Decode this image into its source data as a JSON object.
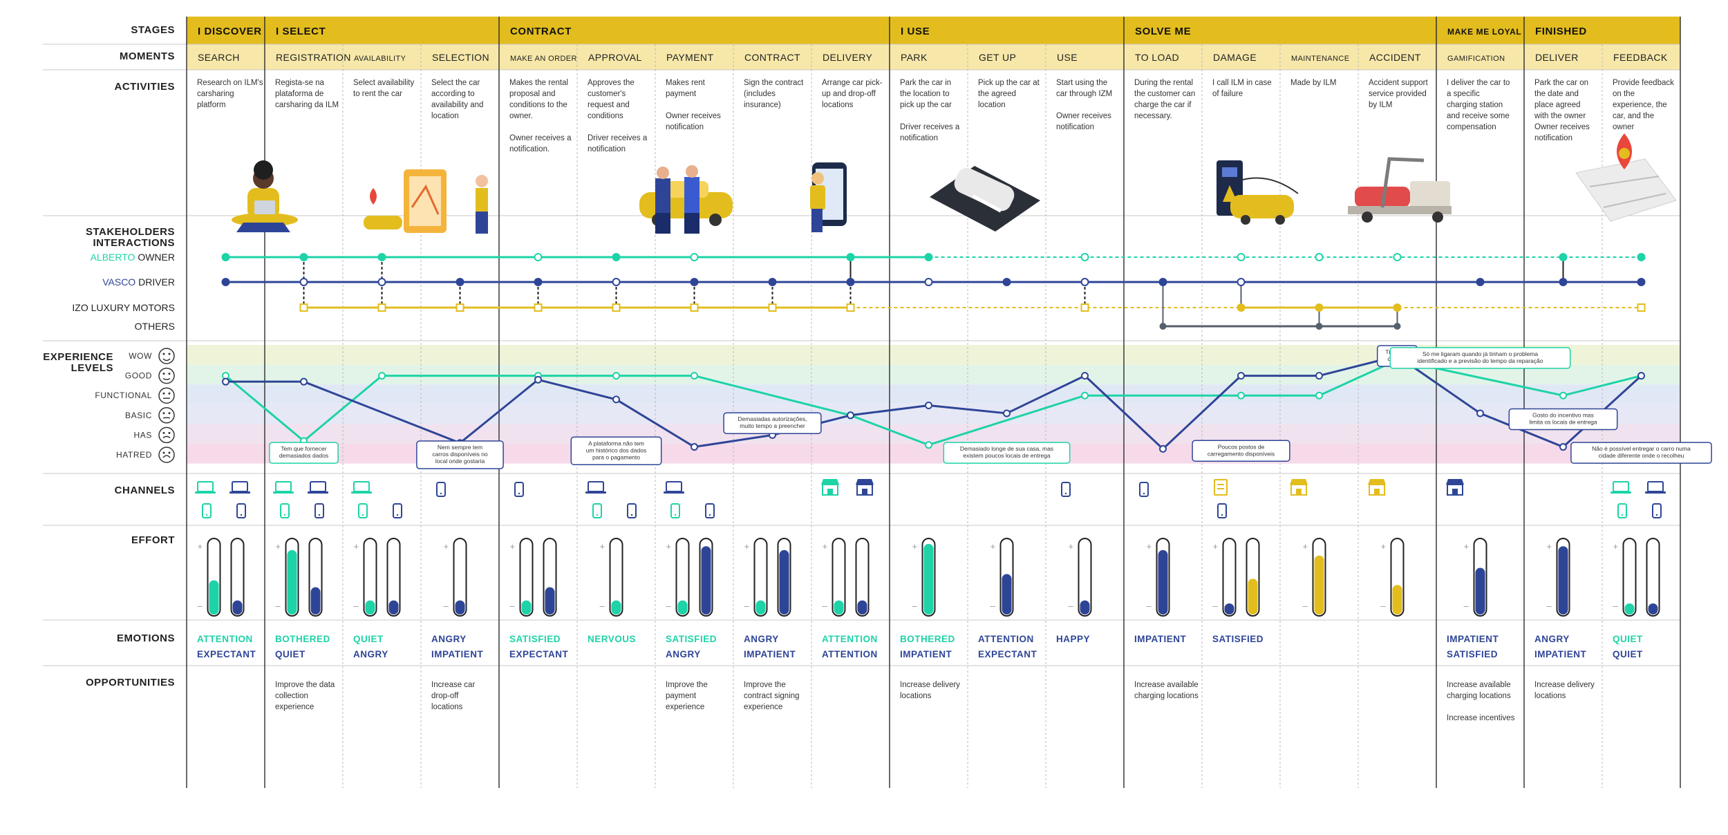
{
  "colors": {
    "yellow": "#E3BD1E",
    "light_yellow": "#F7E8A9",
    "teal": "#1DD3A7",
    "blue": "#2E4597",
    "gray": "#555F6D",
    "text": "#222222"
  },
  "row_labels": {
    "stages": "STAGES",
    "moments": "MOMENTS",
    "activities": "ACTIVITIES",
    "stakeholders": [
      "STAKEHOLDERS",
      "INTERACTIONS"
    ],
    "experience": [
      "EXPERIENCE",
      "LEVELS"
    ],
    "channels": "CHANNELS",
    "effort": "EFFORT",
    "emotions": "EMOTIONS",
    "opportunities": "OPPORTUNITIES"
  },
  "stages": [
    {
      "label": "I DISCOVER",
      "from": 0,
      "to": 0
    },
    {
      "label": "I SELECT",
      "from": 1,
      "to": 3
    },
    {
      "label": "CONTRACT",
      "from": 4,
      "to": 8
    },
    {
      "label": "I USE",
      "from": 9,
      "to": 11
    },
    {
      "label": "SOLVE ME",
      "from": 12,
      "to": 15
    },
    {
      "label": "MAKE ME LOYAL",
      "from": 16,
      "to": 16
    },
    {
      "label": "FINISHED",
      "from": 17,
      "to": 18
    }
  ],
  "moments": [
    {
      "label": "SEARCH",
      "small": false
    },
    {
      "label": "REGISTRATION",
      "small": false
    },
    {
      "label": "AVAILABILITY",
      "small": true
    },
    {
      "label": "SELECTION",
      "small": false
    },
    {
      "label": "MAKE AN ORDER",
      "small": true
    },
    {
      "label": "APPROVAL",
      "small": false
    },
    {
      "label": "PAYMENT",
      "small": false
    },
    {
      "label": "CONTRACT",
      "small": false
    },
    {
      "label": "DELIVERY",
      "small": false
    },
    {
      "label": "PARK",
      "small": false
    },
    {
      "label": "GET UP",
      "small": false
    },
    {
      "label": "USE",
      "small": false
    },
    {
      "label": "TO LOAD",
      "small": false
    },
    {
      "label": "DAMAGE",
      "small": false
    },
    {
      "label": "MAINTENANCE",
      "small": true
    },
    {
      "label": "ACCIDENT",
      "small": false
    },
    {
      "label": "GAMIFICATION",
      "small": true
    },
    {
      "label": "DELIVER",
      "small": false
    },
    {
      "label": "FEEDBACK",
      "small": false
    }
  ],
  "activities": [
    [
      "Research on ILM's",
      "carsharing",
      "platform"
    ],
    [
      "Regista-se na",
      "plataforma de",
      "carsharing da ILM"
    ],
    [
      "Select availability",
      "to rent the car"
    ],
    [
      "Select the car",
      "according to",
      "availability and",
      "location"
    ],
    [
      "Makes the rental",
      "proposal and",
      "conditions to the",
      "owner.",
      "",
      "Owner receives a",
      "notification."
    ],
    [
      "Approves the",
      "customer's",
      "request and",
      "conditions",
      "",
      "Driver receives a",
      "notification"
    ],
    [
      "Makes rent",
      "payment",
      "",
      "Owner receives",
      "notification"
    ],
    [
      "Sign the contract",
      "(includes",
      "insurance)"
    ],
    [
      "Arrange car pick-",
      "up and drop-off",
      "locations"
    ],
    [
      "Park the car in",
      "the location to",
      "pick up the car",
      "",
      "Driver receives a",
      "notification"
    ],
    [
      "Pick up the car at",
      "the agreed",
      "location"
    ],
    [
      "Start using the",
      "car through IZM",
      "",
      "Owner receives",
      "notification"
    ],
    [
      "During the rental",
      "the customer can",
      "charge the car if",
      "necessary."
    ],
    [
      "I call ILM in case",
      "of failure"
    ],
    [
      "Made by ILM"
    ],
    [
      "Accident support",
      "service provided",
      "by ILM"
    ],
    [
      "I deliver the car to",
      "a specific",
      "charging station",
      "and receive some",
      "compensation"
    ],
    [
      "Park the car on",
      "the date and",
      "place agreed",
      "with the owner",
      "Owner receives",
      "notification"
    ],
    [
      "Provide feedback",
      "on the",
      "experience, the",
      "car, and the",
      "owner"
    ]
  ],
  "illustrations": [
    "person-laptop-illustration",
    "map-phone-illustration",
    "handshake-car-illustration",
    "woman-phone-illustration",
    "car-share-illustration",
    "charging-station-illustration",
    "tow-truck-illustration",
    "location-map-illustration"
  ],
  "stakeholders": [
    {
      "name": "ALBERTO",
      "role": "OWNER",
      "color": "#1DD3A7"
    },
    {
      "name": "VASCO",
      "role": "DRIVER",
      "color": "#2E4597"
    },
    {
      "name": "",
      "role": "IZO LUXURY MOTORS",
      "color": "#E3BD1E"
    },
    {
      "name": "",
      "role": "OTHERS",
      "color": "#555F6D"
    }
  ],
  "levels": [
    "WOW",
    "GOOD",
    "FUNCTIONAL",
    "BASIC",
    "HAS",
    "HATRED"
  ],
  "experience": {
    "owner": [
      [
        0,
        1.0
      ],
      [
        1,
        4.3
      ],
      [
        2,
        1.0
      ],
      [
        4,
        1.0
      ],
      [
        5,
        1.0
      ],
      [
        6,
        1.0
      ],
      [
        8,
        3.0
      ],
      [
        9,
        4.5
      ],
      [
        11,
        2.0
      ],
      [
        13,
        2.0
      ],
      [
        14,
        2.0
      ],
      [
        15,
        0.2
      ],
      [
        17,
        2.0
      ],
      [
        18,
        1.0
      ]
    ],
    "driver": [
      [
        0,
        1.3
      ],
      [
        1,
        1.3
      ],
      [
        3,
        4.4
      ],
      [
        4,
        1.2
      ],
      [
        5,
        2.2
      ],
      [
        6,
        4.6
      ],
      [
        7,
        4.0
      ],
      [
        8,
        3.0
      ],
      [
        9,
        2.5
      ],
      [
        10,
        2.9
      ],
      [
        11,
        1.0
      ],
      [
        12,
        4.7
      ],
      [
        13,
        1.0
      ],
      [
        14,
        1.0
      ],
      [
        15,
        0.0
      ],
      [
        16,
        2.9
      ],
      [
        17,
        4.6
      ],
      [
        18,
        1.0
      ]
    ]
  },
  "notes": [
    {
      "col": 1,
      "level": 4.9,
      "color": "#1DD3A7",
      "lines": [
        "Tem que fornecer",
        "demasiados dados"
      ]
    },
    {
      "col": 3,
      "level": 5.0,
      "color": "#2E4597",
      "lines": [
        "Nem sempre tem",
        "carros disponíveis no",
        "local onde gostaria"
      ]
    },
    {
      "col": 5,
      "level": 4.8,
      "color": "#2E4597",
      "lines": [
        "A plataforma não tem",
        "um histórico dos dados",
        "para o pagamento"
      ]
    },
    {
      "col": 7,
      "level": 3.4,
      "color": "#2E4597",
      "lines": [
        "Demasiadas autorizações,",
        "muito tempo a preencher"
      ]
    },
    {
      "col": 10,
      "level": 4.9,
      "color": "#1DD3A7",
      "lines": [
        "Demasiado longe de sua casa, mas",
        "existem poucos locais de entrega"
      ]
    },
    {
      "col": 13,
      "level": 4.8,
      "color": "#2E4597",
      "lines": [
        "Poucos postos de",
        "carregamento disponíveis"
      ]
    },
    {
      "col": 15,
      "level": 0.0,
      "color": "#2E4597",
      "lines": [
        "Trataram",
        "do tudo"
      ]
    },
    {
      "col": 16,
      "level": 0.1,
      "color": "#1DD3A7",
      "lines": [
        "Só me ligaram quando já tinham o problema",
        "identificado e a previsão do tempo da reparação"
      ]
    },
    {
      "col": 17,
      "level": 3.2,
      "color": "#2E4597",
      "lines": [
        "Gosto do incentivo mas",
        "limita os locais de entrega"
      ]
    },
    {
      "col": 18,
      "level": 4.9,
      "color": "#2E4597",
      "lines": [
        "Não é possível entregar o carro numa",
        "cidade diferente onde o recolheu"
      ]
    }
  ],
  "channels": [
    [
      "laptop-teal",
      "laptop-blue",
      "phone-teal",
      "phone-blue"
    ],
    [
      "laptop-teal",
      "laptop-blue",
      "phone-teal",
      "phone-blue"
    ],
    [
      "laptop-teal",
      "phone-teal",
      "phone-blue"
    ],
    [
      "phone-blue"
    ],
    [
      "phone-blue"
    ],
    [
      "laptop-blue",
      "phone-teal",
      "phone-blue"
    ],
    [
      "laptop-blue",
      "phone-teal",
      "phone-blue"
    ],
    [],
    [
      "store-teal",
      "store-blue"
    ],
    [],
    [],
    [
      "phone-blue"
    ],
    [
      "phone-blue"
    ],
    [
      "phone-blue",
      "building-yellow"
    ],
    [
      "store-yellow"
    ],
    [
      "store-yellow"
    ],
    [
      "store-blue"
    ],
    [],
    [
      "laptop-teal",
      "laptop-blue",
      "phone-teal",
      "phone-blue"
    ]
  ],
  "effort": [
    [
      {
        "c": "teal",
        "v": 0.46
      },
      {
        "c": "blue",
        "v": 0.2
      }
    ],
    [
      {
        "c": "teal",
        "v": 0.85
      },
      {
        "c": "blue",
        "v": 0.37
      }
    ],
    [
      {
        "c": "teal",
        "v": 0.2
      },
      {
        "c": "blue",
        "v": 0.2
      }
    ],
    [
      {
        "c": "blue",
        "v": 0.2
      }
    ],
    [
      {
        "c": "teal",
        "v": 0.2
      },
      {
        "c": "blue",
        "v": 0.37
      }
    ],
    [
      {
        "c": "teal",
        "v": 0.2
      }
    ],
    [
      {
        "c": "teal",
        "v": 0.2
      },
      {
        "c": "blue",
        "v": 0.9
      }
    ],
    [
      {
        "c": "teal",
        "v": 0.2
      },
      {
        "c": "blue",
        "v": 0.85
      }
    ],
    [
      {
        "c": "teal",
        "v": 0.2
      },
      {
        "c": "blue",
        "v": 0.2
      }
    ],
    [
      {
        "c": "teal",
        "v": 0.93
      }
    ],
    [
      {
        "c": "blue",
        "v": 0.54
      }
    ],
    [
      {
        "c": "blue",
        "v": 0.2
      }
    ],
    [
      {
        "c": "blue",
        "v": 0.85
      }
    ],
    [
      {
        "c": "blue",
        "v": 0.13
      },
      {
        "c": "yellow",
        "v": 0.48
      }
    ],
    [
      {
        "c": "yellow",
        "v": 0.78
      }
    ],
    [
      {
        "c": "yellow",
        "v": 0.4
      }
    ],
    [
      {
        "c": "blue",
        "v": 0.62
      }
    ],
    [
      {
        "c": "blue",
        "v": 0.9
      }
    ],
    [
      {
        "c": "teal",
        "v": 0.13
      },
      {
        "c": "blue",
        "v": 0.13
      }
    ]
  ],
  "emotions": [
    {
      "owner": "ATTENTION",
      "driver": "EXPECTANT"
    },
    {
      "owner": "BOTHERED",
      "driver": "QUIET"
    },
    {
      "owner": "QUIET",
      "driver": "ANGRY"
    },
    {
      "owner": "ANGRY",
      "driver": "IMPATIENT",
      "blue_only": true
    },
    {
      "owner": "SATISFIED",
      "driver": "EXPECTANT"
    },
    {
      "owner": "NERVOUS",
      "driver": ""
    },
    {
      "owner": "SATISFIED",
      "driver": "ANGRY"
    },
    {
      "owner": "ANGRY",
      "driver": "IMPATIENT",
      "blue_only": true
    },
    {
      "owner": "ATTENTION",
      "driver": "ATTENTION"
    },
    {
      "owner": "BOTHERED",
      "driver": "IMPATIENT"
    },
    {
      "owner": "ATTENTION",
      "driver": "EXPECTANT",
      "blue_only": true
    },
    {
      "owner": "HAPPY",
      "driver": "",
      "blue_only": true
    },
    {
      "owner": "IMPATIENT",
      "driver": "",
      "blue_only": true
    },
    {
      "owner": "SATISFIED",
      "driver": "",
      "blue_only": true
    },
    {
      "owner": "",
      "driver": ""
    },
    {
      "owner": "",
      "driver": ""
    },
    {
      "owner": "IMPATIENT",
      "driver": "SATISFIED",
      "blue_only": true
    },
    {
      "owner": "ANGRY",
      "driver": "IMPATIENT",
      "blue_only": true
    },
    {
      "owner": "QUIET",
      "driver": "QUIET"
    }
  ],
  "opportunities": [
    [],
    [
      "Improve the data",
      "collection",
      "experience"
    ],
    [],
    [
      "Increase car",
      "drop-off",
      "locations"
    ],
    [],
    [],
    [
      "Improve the",
      "payment",
      "experience"
    ],
    [
      "Improve the",
      "contract signing",
      "experience"
    ],
    [],
    [
      "Increase delivery",
      "locations"
    ],
    [],
    [],
    [
      "Increase available",
      "charging locations"
    ],
    [],
    [],
    [],
    [
      "Increase available",
      "charging locations",
      "",
      "Increase incentives"
    ],
    [
      "Increase delivery",
      "locations"
    ],
    []
  ]
}
